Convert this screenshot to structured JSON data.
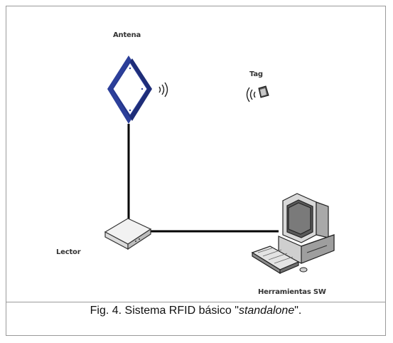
{
  "labels": {
    "antenna": "Antena",
    "tag": "Tag",
    "reader": "Lector",
    "software": "Herramientas SW"
  },
  "caption": {
    "prefix": "Fig. 4. Sistema RFID básico \"",
    "emphasis": "standalone",
    "suffix": "\"."
  },
  "icons": [
    "antenna-icon",
    "radio-waves-icon",
    "rfid-tag-icon",
    "reader-icon",
    "computer-icon",
    "keyboard-icon"
  ],
  "colors": {
    "antenna_blue": "#2c3f9a",
    "line": "#000000",
    "border": "#9a9a9a"
  }
}
